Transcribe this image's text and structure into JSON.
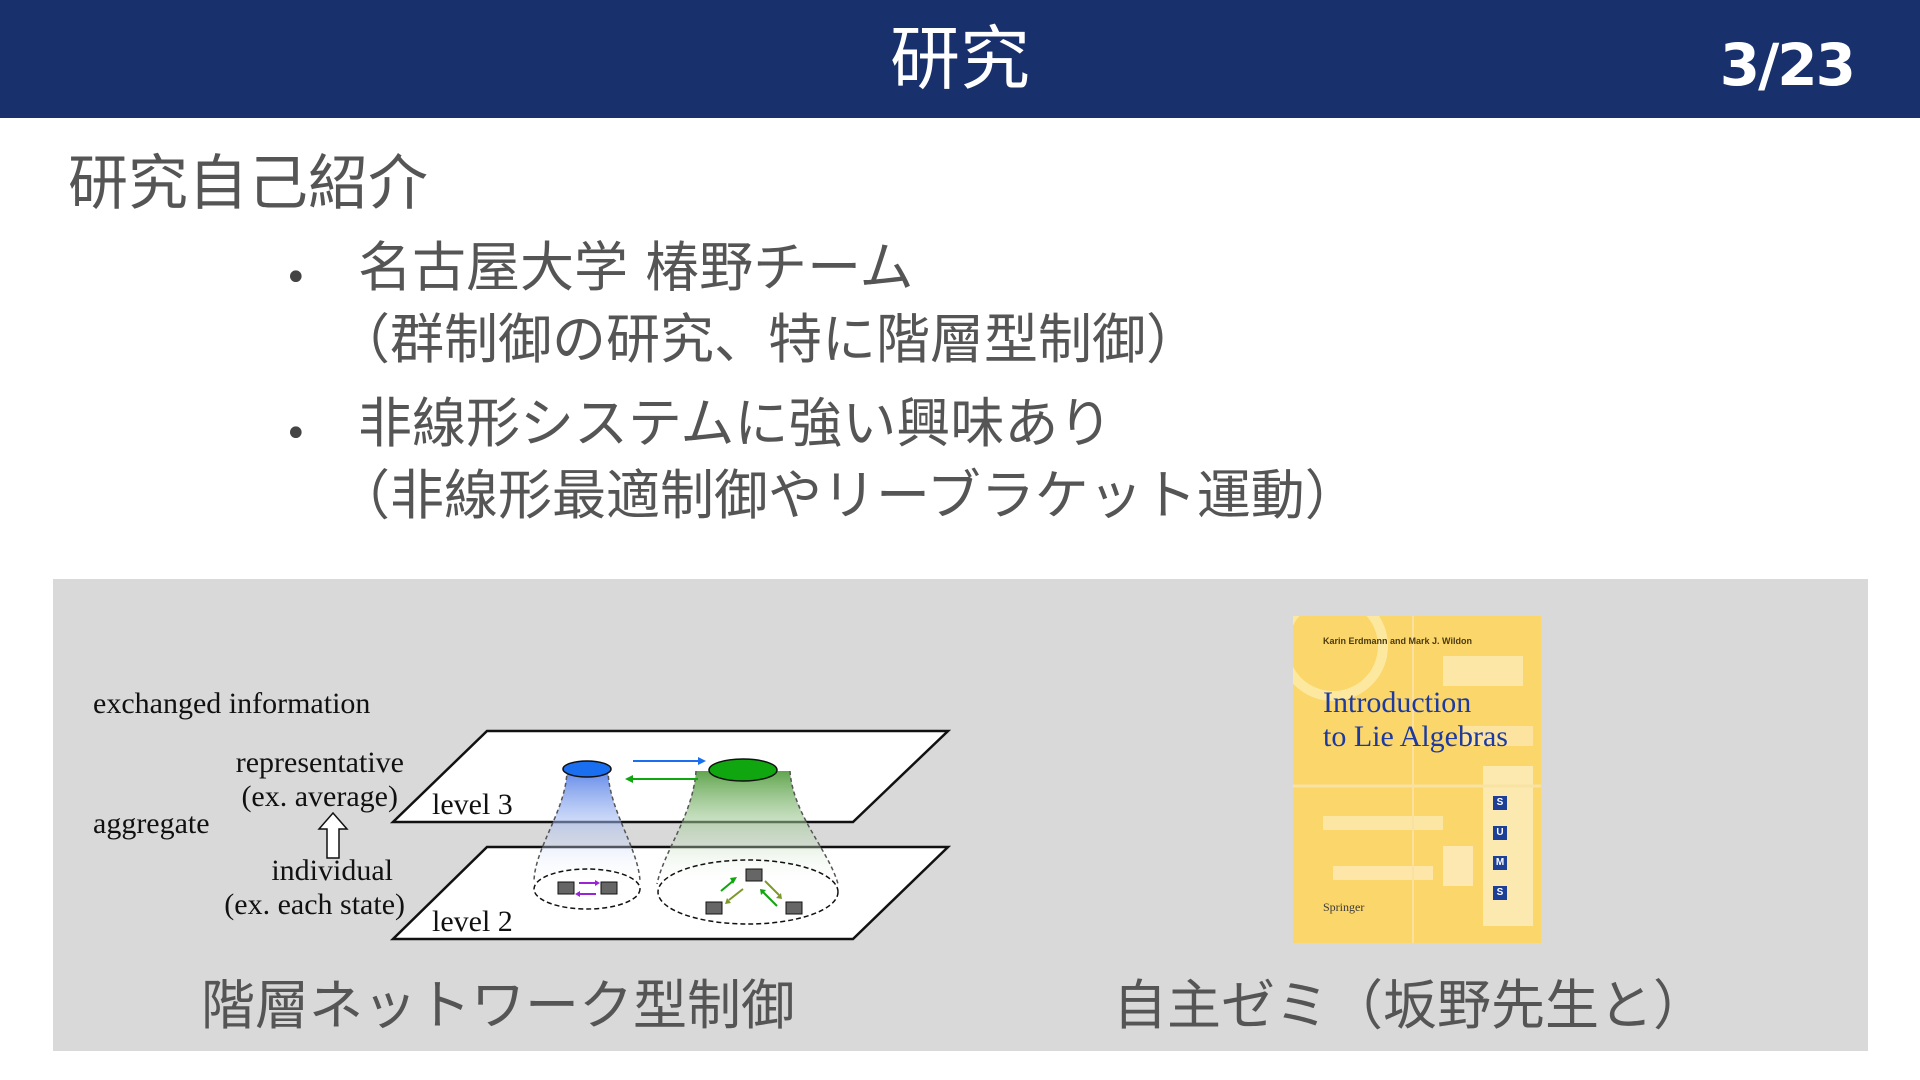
{
  "header": {
    "title": "研究",
    "page_number": "3/23",
    "background_color": "#18306b"
  },
  "subtitle": "研究自己紹介",
  "bullets": [
    {
      "main": "名古屋大学 椿野チーム",
      "sub": "（群制御の研究、特に階層型制御）"
    },
    {
      "main": "非線形システムに強い興味あり",
      "sub": "（非線形最適制御やリーブラケット運動）"
    }
  ],
  "diagram": {
    "exchanged_information": "exchanged information",
    "representative": "representative",
    "representative_example": "(ex. average)",
    "aggregate": "aggregate",
    "individual": "individual",
    "individual_example": "(ex. each state)",
    "level_top": "level 3",
    "level_bottom": "level 2"
  },
  "book": {
    "authors": "Karin Erdmann and Mark J. Wildon",
    "title_line1": "Introduction",
    "title_line2": "to Lie Algebras",
    "publisher": "Springer",
    "series_letters": [
      "S",
      "U",
      "M",
      "S"
    ]
  },
  "captions": {
    "left": "階層ネットワーク型制御",
    "right": "自主ゼミ（坂野先生と）"
  }
}
